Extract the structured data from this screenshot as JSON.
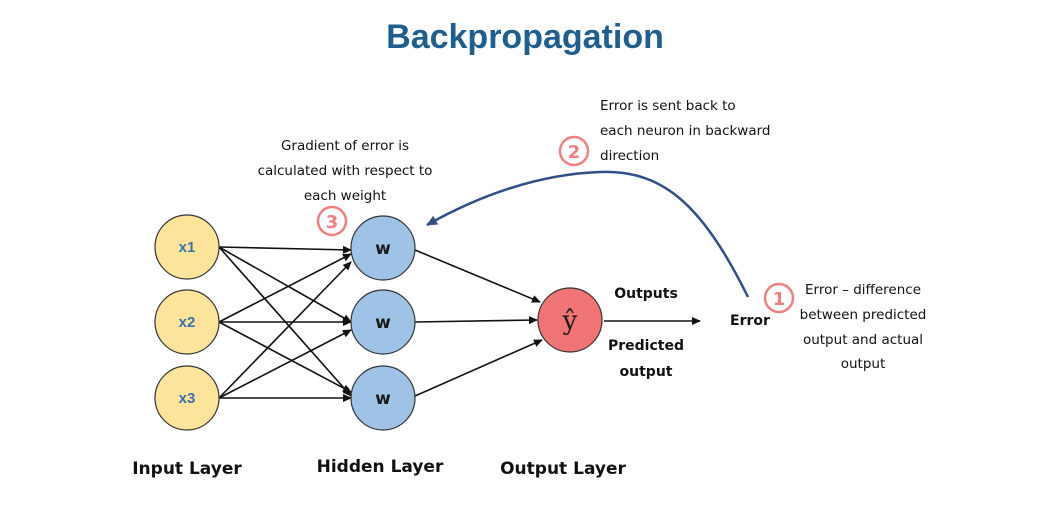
{
  "title": "Backpropagation",
  "input_nodes": [
    "x1",
    "x2",
    "x3"
  ],
  "hidden_nodes": [
    "w",
    "w",
    "w"
  ],
  "output_node": "ŷ",
  "layer_labels": {
    "input": "Input Layer",
    "hidden": "Hidden Layer",
    "output": "Output Layer"
  },
  "labels": {
    "outputs": "Outputs",
    "predicted": [
      "Predicted",
      "output"
    ],
    "error": "Error"
  },
  "steps": [
    {
      "number": "1",
      "text": [
        "Error – difference",
        "between predicted",
        "output and actual",
        "output"
      ]
    },
    {
      "number": "2",
      "text": [
        "Error is sent back to",
        "each neuron in backward",
        "direction"
      ]
    },
    {
      "number": "3",
      "text": [
        "Gradient of error is",
        "calculated with respect to",
        "each weight"
      ]
    }
  ],
  "colors": {
    "title": "#1f5f8f",
    "input_fill": "#fde49a",
    "hidden_fill": "#9ec3e6",
    "output_fill": "#f27575",
    "step_circle": "#f08080",
    "feedback_arrow": "#2f4f86"
  }
}
